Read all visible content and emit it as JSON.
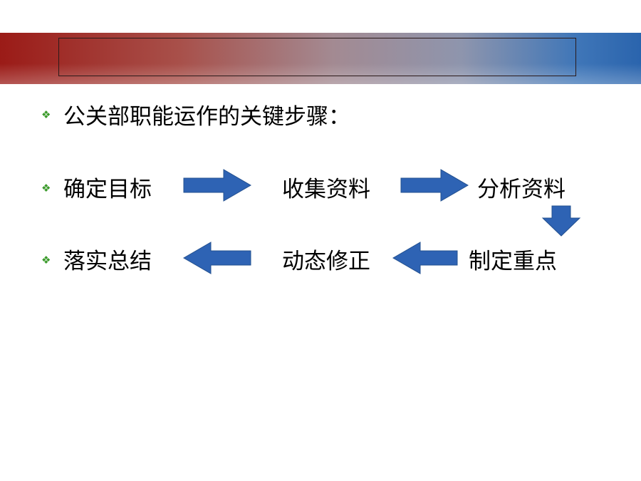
{
  "slide": {
    "title": "",
    "heading": "公关部职能运作的关键步骤：",
    "bullet_glyph": "❖",
    "steps": {
      "define_goal": "确定目标",
      "collect_data": "收集资料",
      "analyze_data": "分析资料",
      "set_priorities": "制定重点",
      "dynamic_adjust": "动态修正",
      "implement_summarize": "落实总结"
    },
    "colors": {
      "arrow_fill": "#2e63b4",
      "arrow_stroke": "#23508f",
      "bullet": "#3a9a2a",
      "band_left": "#9b1b17",
      "band_right": "#2a64ad"
    }
  }
}
